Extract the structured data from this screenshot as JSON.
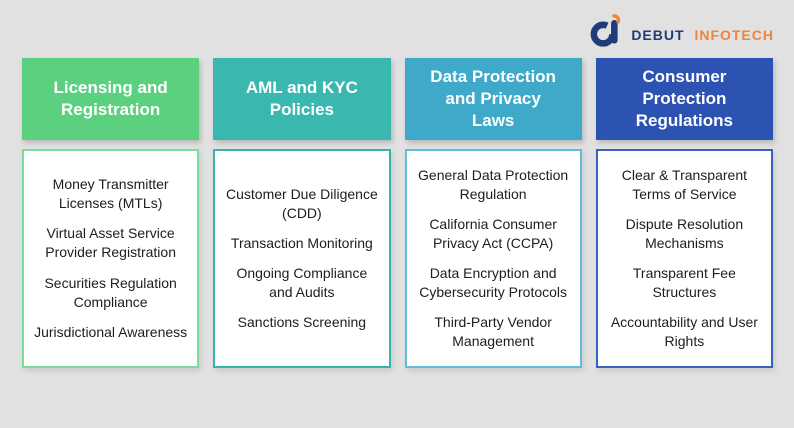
{
  "page": {
    "background": "#e1e1e1"
  },
  "logo": {
    "word1": "DEBUT",
    "word2": "INFOTECH",
    "navy": "#1e3d78",
    "orange": "#f08437"
  },
  "columns": [
    {
      "title": "Licensing and Registration",
      "color": "#5bd07f",
      "border": "#7adc98",
      "items": [
        "Money Transmitter Licenses (MTLs)",
        "Virtual Asset Service Provider Registration",
        "Securities Regulation Compliance",
        "Jurisdictional Awareness"
      ]
    },
    {
      "title": "AML and KYC Policies",
      "color": "#3ab8b0",
      "border": "#33b4ad",
      "items": [
        "Customer Due Diligence (CDD)",
        "Transaction Monitoring",
        "Ongoing Compliance and Audits",
        "Sanctions Screening"
      ]
    },
    {
      "title": "Data Protection and Privacy Laws",
      "color": "#3ea9c8",
      "border": "#63bcd9",
      "items": [
        "General Data Protection Regulation",
        "California Consumer Privacy Act (CCPA)",
        "Data Encryption and Cybersecurity Protocols",
        "Third-Party Vendor Management"
      ]
    },
    {
      "title": "Consumer Protection Regulations",
      "color": "#2d53b2",
      "border": "#3a60bf",
      "items": [
        "Clear & Transparent Terms of Service",
        "Dispute Resolution Mechanisms",
        "Transparent Fee Structures",
        "Accountability and User Rights"
      ]
    }
  ]
}
